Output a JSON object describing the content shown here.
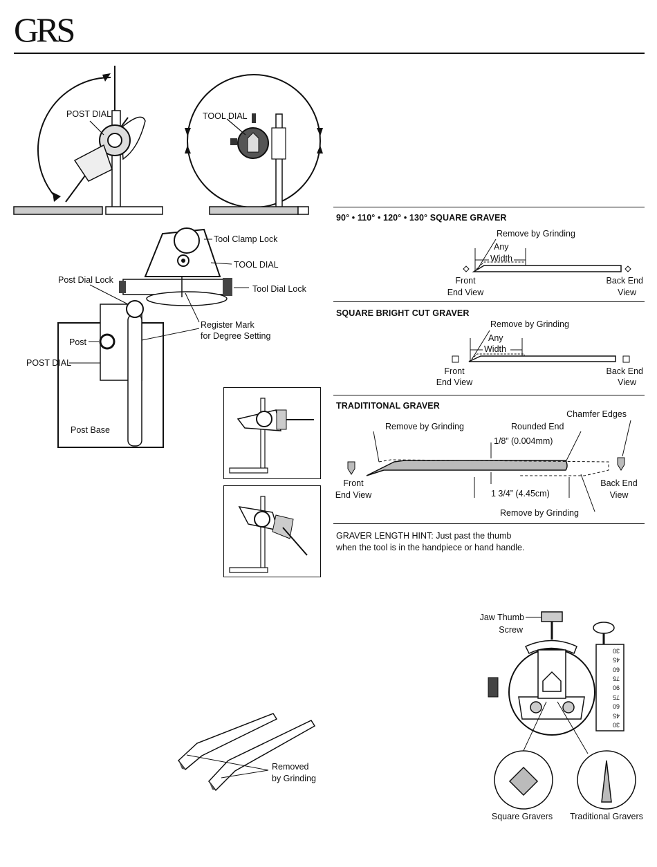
{
  "brand": {
    "logo_text": "GRS"
  },
  "post_figure": {
    "post_dial": "POST DIAL"
  },
  "tool_figure": {
    "tool_dial": "TOOL DIAL"
  },
  "detail_figure": {
    "tool_clamp_lock": "Tool Clamp Lock",
    "tool_dial": "TOOL DIAL",
    "post_dial_lock": "Post Dial Lock",
    "tool_dial_lock": "Tool Dial Lock",
    "register_mark": "Register Mark",
    "degree_setting": "for Degree Setting",
    "post": "Post",
    "post_dial": "POST DIAL",
    "post_base": "Post Base"
  },
  "square_graver": {
    "title": "90° • 110° • 120° • 130° SQUARE GRAVER",
    "remove": "Remove by Grinding",
    "any": "Any",
    "width": "Width",
    "front": "Front",
    "end_view": "End View",
    "back_end": "Back End",
    "view": "View"
  },
  "bright_cut": {
    "title": "SQUARE BRIGHT CUT GRAVER",
    "remove": "Remove by Grinding",
    "any": "Any",
    "width": "Width",
    "front": "Front",
    "end_view": "End View",
    "back_end": "Back End",
    "view": "View"
  },
  "traditional": {
    "title": "TRADITITONAL GRAVER",
    "chamfer": "Chamfer Edges",
    "remove_top": "Remove by Grinding",
    "rounded": "Rounded End",
    "thickness": "1/8” (0.004mm)",
    "front": "Front",
    "end_view": "End View",
    "back_end": "Back End",
    "view": "View",
    "length": "1 3/4” (4.45cm)",
    "remove_bottom": "Remove by Grinding"
  },
  "hint": {
    "line1": "GRAVER LENGTH HINT: Just past the thumb",
    "line2": "when the tool is in the handpiece or hand handle."
  },
  "jaw_figure": {
    "jaw_thumb": "Jaw Thumb",
    "screw": "Screw",
    "square_gravers": "Square Gravers",
    "traditional_gravers": "Traditional Gravers",
    "scale": [
      "30",
      "45",
      "60",
      "75",
      "90",
      "75",
      "60",
      "45",
      "30"
    ]
  },
  "ground_figure": {
    "removed": "Removed",
    "by_grinding": "by Grinding"
  }
}
